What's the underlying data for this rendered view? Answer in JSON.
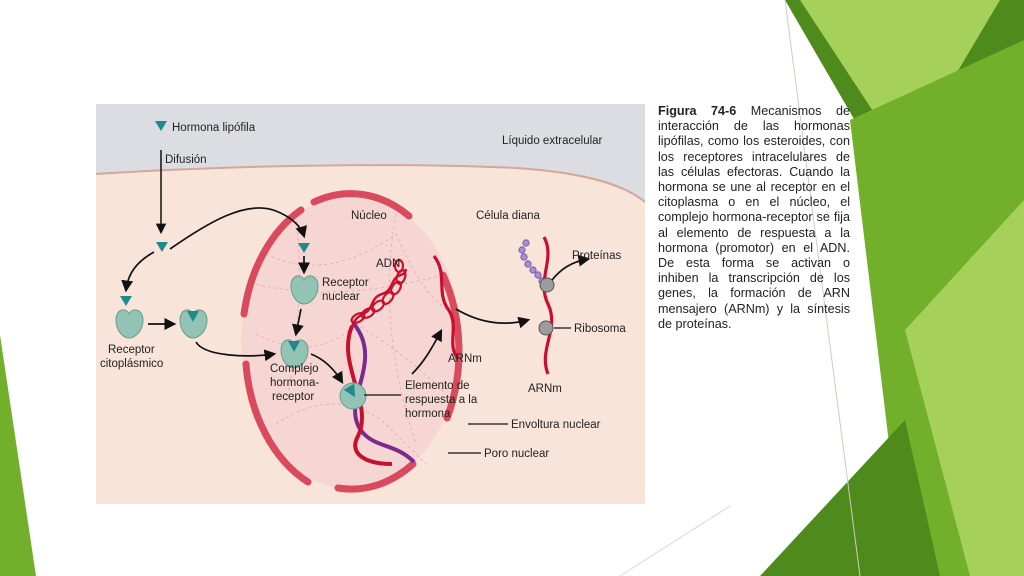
{
  "colors": {
    "background": "#ffffff",
    "green_dark": "#4f8a1d",
    "green_mid": "#72b02b",
    "green_light": "#a5d05a",
    "extracellular": "#dcdde2",
    "cytoplasm": "#f9e4da",
    "nucleus": "#f6d6d2",
    "membrane": "#e05a6b",
    "rna": "#c8102e",
    "dna_strand": "#7b2a8e",
    "receptor": "#93c3b5",
    "hormone": "#1f8a8a"
  },
  "figure": {
    "hormone_label": "Hormona lipófila",
    "diffusion_label": "Difusión",
    "extracellular_label": "Líquido extracelular",
    "nucleus_label": "Núcleo",
    "target_cell_label": "Célula diana",
    "dna_label": "ADN",
    "proteins_label": "Proteínas",
    "nuclear_receptor_line1": "Receptor",
    "nuclear_receptor_line2": "nuclear",
    "ribosome_label": "Ribosoma",
    "cytoplasmic_receptor_line1": "Receptor",
    "cytoplasmic_receptor_line2": "citoplásmico",
    "complex_line1": "Complejo",
    "complex_line2": "hormona-",
    "complex_line3": "receptor",
    "mrna_label_nucleus": "ARNm",
    "mrna_label_cytoplasm": "ARNm",
    "response_element_line1": "Elemento de",
    "response_element_line2": "respuesta a la",
    "response_element_line3": "hormona",
    "nuclear_envelope_label": "Envoltura nuclear",
    "nuclear_pore_label": "Poro nuclear"
  },
  "caption": {
    "figure_number": "Figura 74-6",
    "text": "Mecanismos de interacción de las hormonas lipófilas, como los esteroides, con los receptores intracelulares de las células efectoras. Cuando la hormona se une al receptor en el citoplasma o en el núcleo, el complejo hormona-receptor se fija al elemento de respuesta a la hormona (promotor) en el ADN. De esta forma se activan o inhiben la transcripción de los genes, la formación de ARN mensajero (ARNm) y la síntesis de proteínas."
  }
}
